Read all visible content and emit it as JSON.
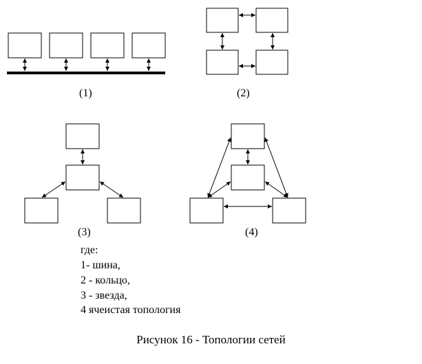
{
  "diagram": {
    "labels": {
      "bus": "(1)",
      "ring": "(2)",
      "star": "(3)",
      "mesh": "(4)"
    },
    "legend": {
      "title": "где:",
      "items": [
        "1- шина,",
        "2 - кольцо,",
        "3 - звезда,",
        "4 ячеистая топология"
      ]
    },
    "caption": "Рисунок 16 - Топологии сетей",
    "colors": {
      "stroke": "#000000",
      "fill": "#ffffff",
      "background": "#ffffff"
    }
  }
}
